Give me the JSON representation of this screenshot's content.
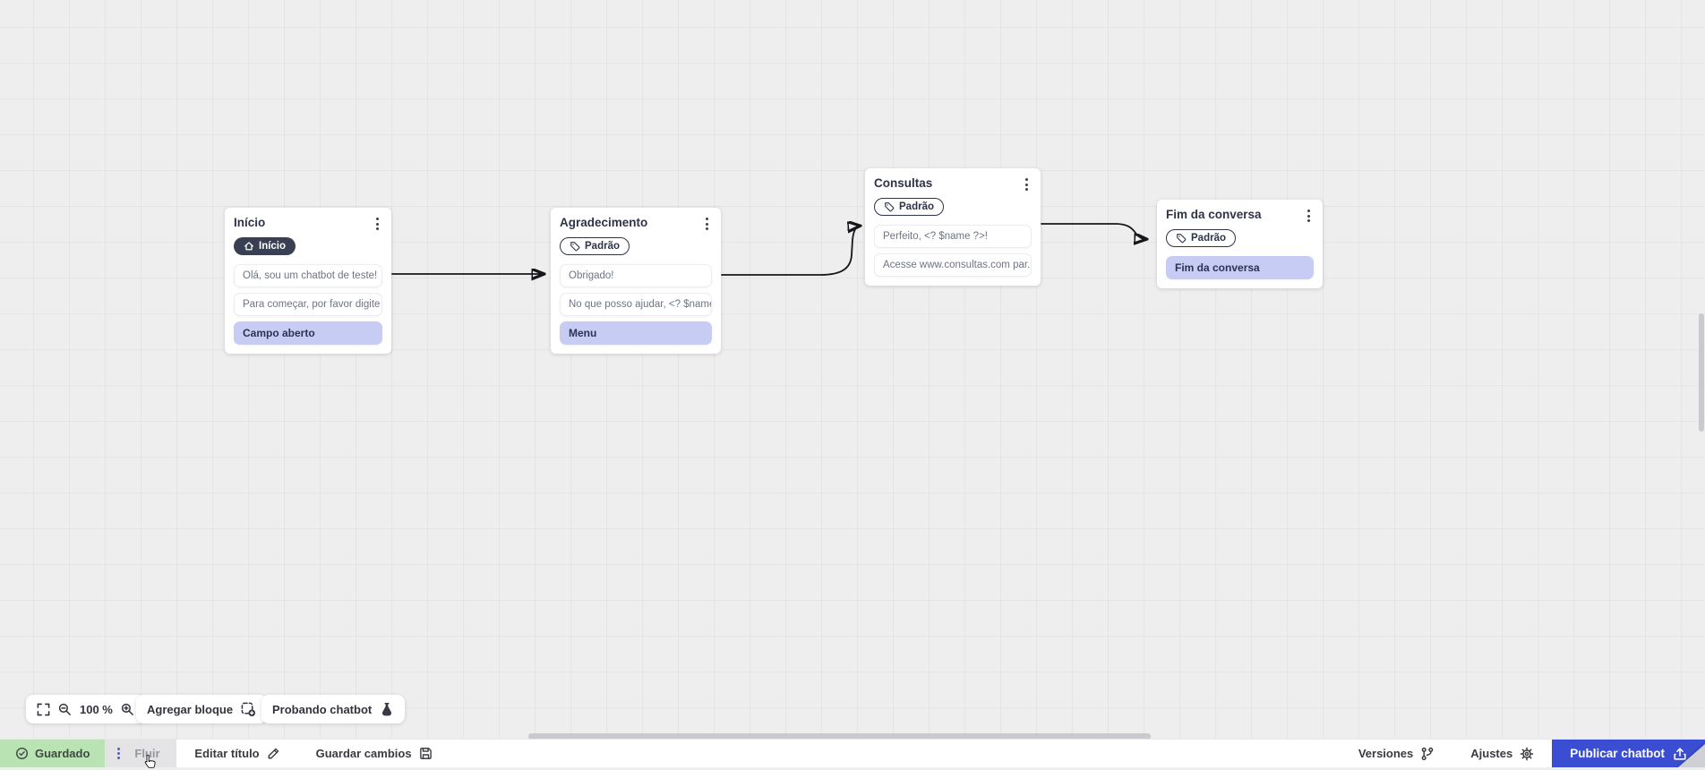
{
  "nodes": [
    {
      "title": "Início",
      "badge": "Início",
      "messages": [
        "Olá, sou um chatbot de teste!",
        "Para começar, por favor digite o ...",
        "Campo aberto"
      ]
    },
    {
      "title": "Agradecimento",
      "badge": "Padrão",
      "messages": [
        "Obrigado!",
        "No que posso ajudar, <? $name ...",
        "Menu"
      ]
    },
    {
      "title": "Consultas",
      "badge": "Padrão",
      "messages": [
        "Perfeito, <? $name ?>!",
        "Acesse www.consultas.com par..."
      ]
    },
    {
      "title": "Fim da conversa",
      "badge": "Padrão",
      "messages": [
        "Fim da conversa"
      ]
    }
  ],
  "toolbar": {
    "zoom_level": "100 %",
    "add_block": "Agregar bloque",
    "test_chatbot": "Probando chatbot"
  },
  "statusbar": {
    "saved": "Guardado",
    "flow_tab": "Fluir",
    "edit_title": "Editar título",
    "save_changes": "Guardar cambios",
    "versions": "Versiones",
    "settings": "Ajustes",
    "publish": "Publicar chatbot"
  },
  "colors": {
    "accent_blue": "#3b4ed3",
    "highlight_lavender": "#c6ccf4",
    "saved_green": "#b9e3b3",
    "badge_dark": "#394054",
    "canvas_bg": "#eeeeef",
    "arrow": "#17171b"
  },
  "icons": {
    "home": "home-icon",
    "tag": "tag-icon",
    "kebab": "kebab-menu-icon",
    "fullscreen": "fullscreen-icon",
    "zoom_out": "zoom-out-icon",
    "zoom_in": "zoom-in-icon",
    "add_block": "add-block-icon",
    "flask": "flask-icon",
    "check_circle": "check-circle-icon",
    "drag_handle": "drag-handle-icon",
    "pencil": "pencil-icon",
    "floppy": "save-icon",
    "branch": "versions-branch-icon",
    "gear": "gear-icon",
    "upload": "publish-upload-icon",
    "hand_cursor": "mouse-cursor"
  }
}
